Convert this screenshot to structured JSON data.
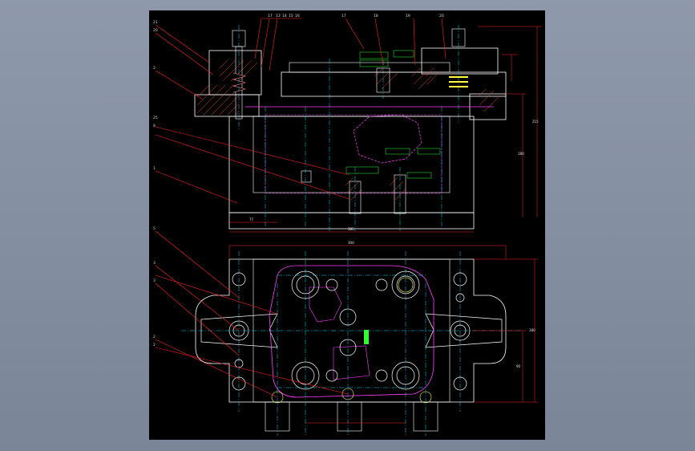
{
  "drawing": {
    "title": "",
    "colors": {
      "background": "#7f8a9c",
      "sheet": "#000000",
      "outline": "#ffffff",
      "leader": "#ff2020",
      "section_hatch": "#ff3030",
      "centerline": "#00d8ff",
      "hidden": "#ff40ff",
      "green": "#30ff30",
      "yellow": "#ffff40"
    },
    "top_balloons": [
      "17",
      "13",
      "14",
      "15",
      "16",
      "17",
      "18",
      "19",
      "20"
    ],
    "left_balloons_top": [
      "21",
      "20",
      "2",
      "25",
      "8",
      "1"
    ],
    "left_balloons_bottom": [
      "5",
      "3",
      "3",
      "2",
      "2"
    ],
    "dimensions": {
      "overall_height": "215",
      "inner_height": "180",
      "base_width": "385",
      "base_offset": "77",
      "plan_width": "300",
      "plan_depth": "180",
      "plan_half": "90"
    }
  }
}
